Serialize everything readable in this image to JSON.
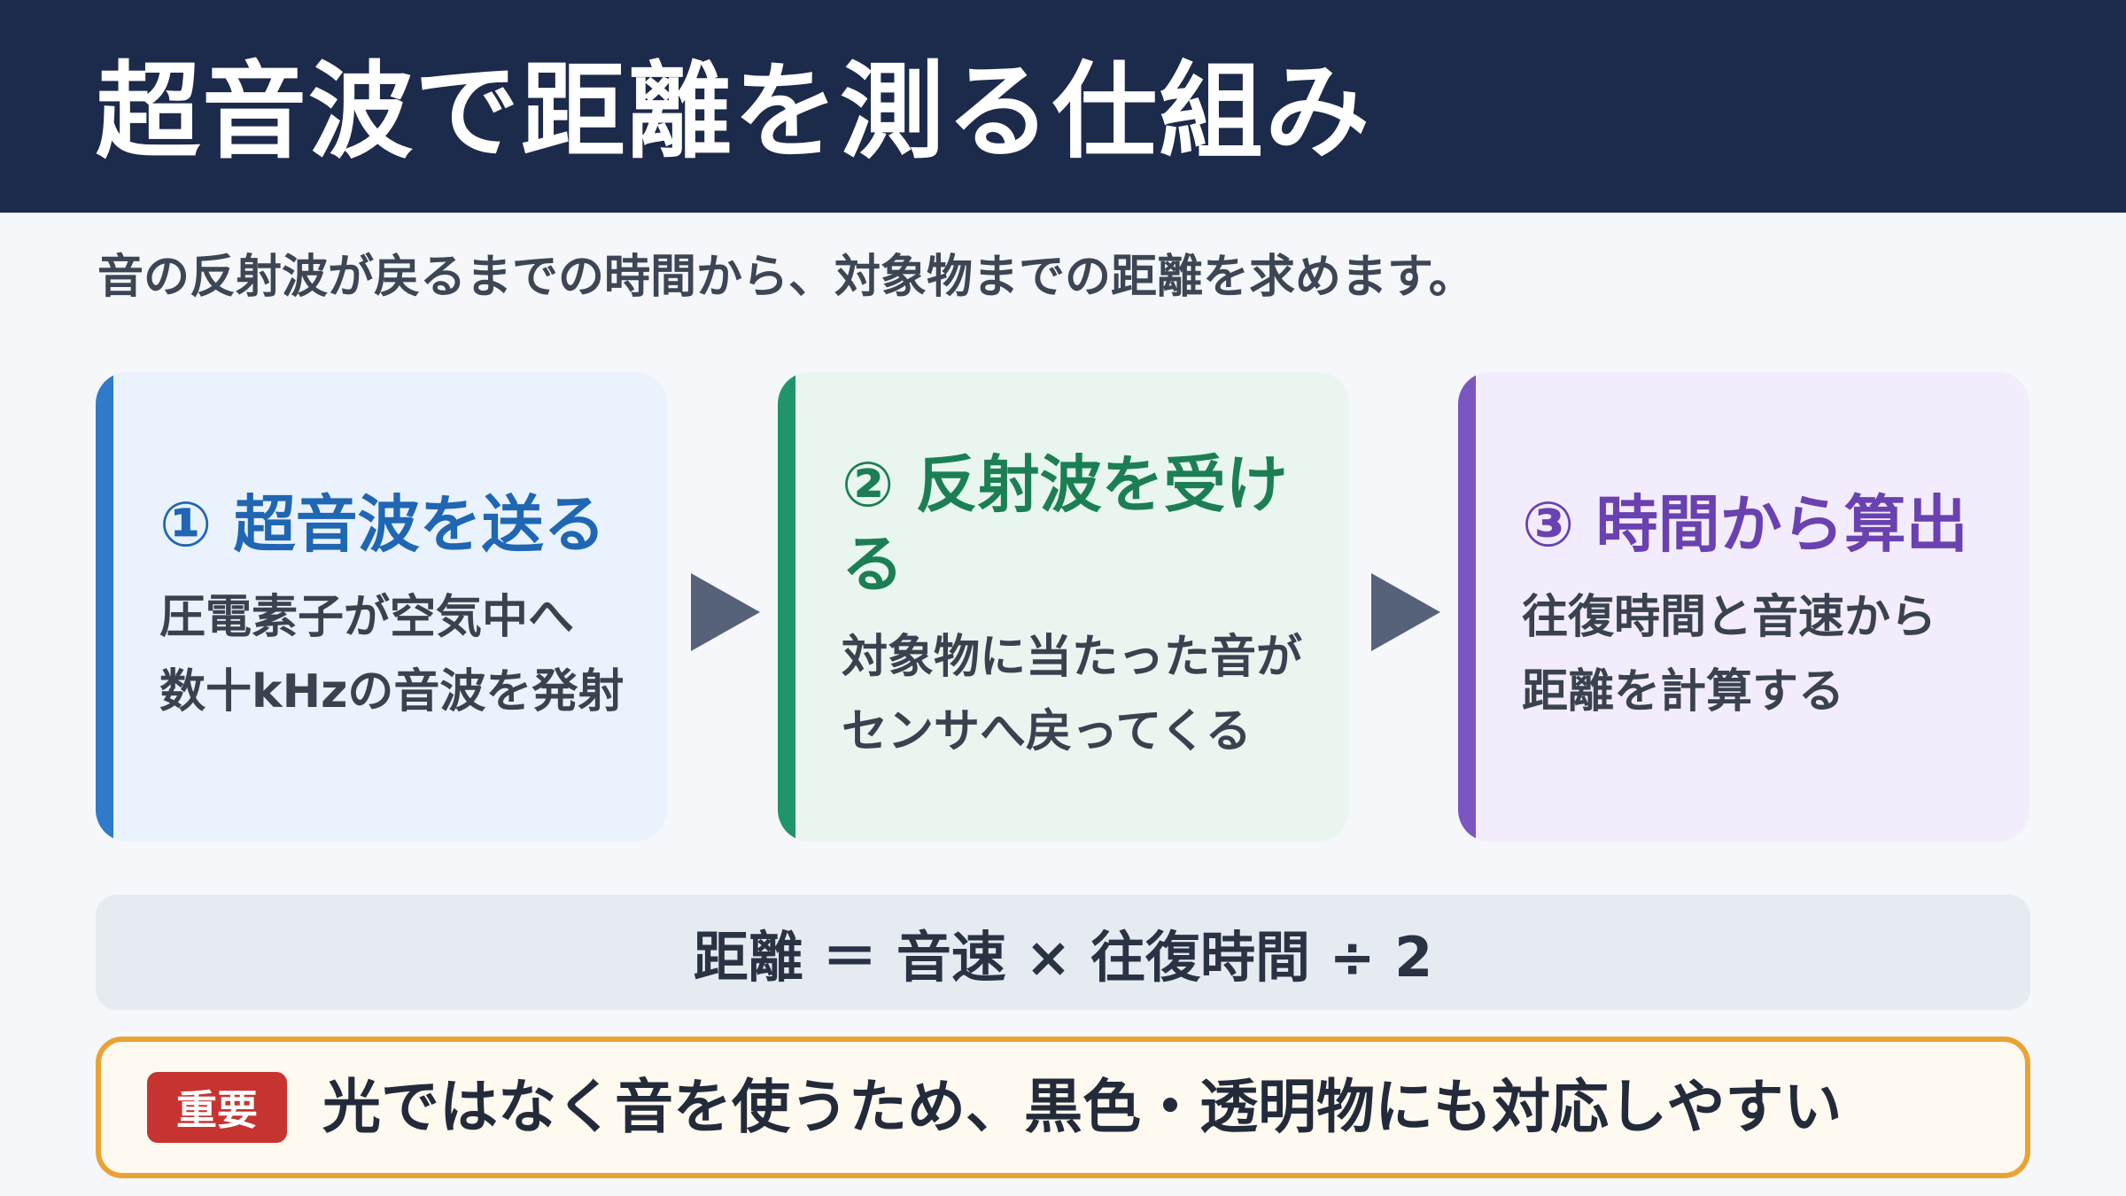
{
  "title": "超音波で距離を測る仕組み",
  "subtitle": "音の反射波が戻るまでの時間から、対象物までの距離を求めます。",
  "steps": [
    {
      "title": "① 超音波を送る",
      "description": "圧電素子が空気中へ\n数十kHzの音波を発射"
    },
    {
      "title": "② 反射波を受ける",
      "description": "対象物に当たった音が\nセンサへ戻ってくる"
    },
    {
      "title": "③ 時間から算出",
      "description": "往復時間と音速から\n距離を計算する"
    }
  ],
  "formula": "距離 ＝ 音速 × 往復時間 ÷ 2",
  "note": {
    "badge": "重要",
    "text": "光ではなく音を使うため、黒色・透明物にも対応しやすい"
  },
  "icons": {
    "arrow": "triangle-right-icon"
  },
  "colors": {
    "header_bg": "#1c2a4b",
    "step1_accent": "#2f7ac9",
    "step2_accent": "#21956a",
    "step3_accent": "#7b55c1",
    "note_border": "#e9a334",
    "badge_bg": "#c73330"
  }
}
